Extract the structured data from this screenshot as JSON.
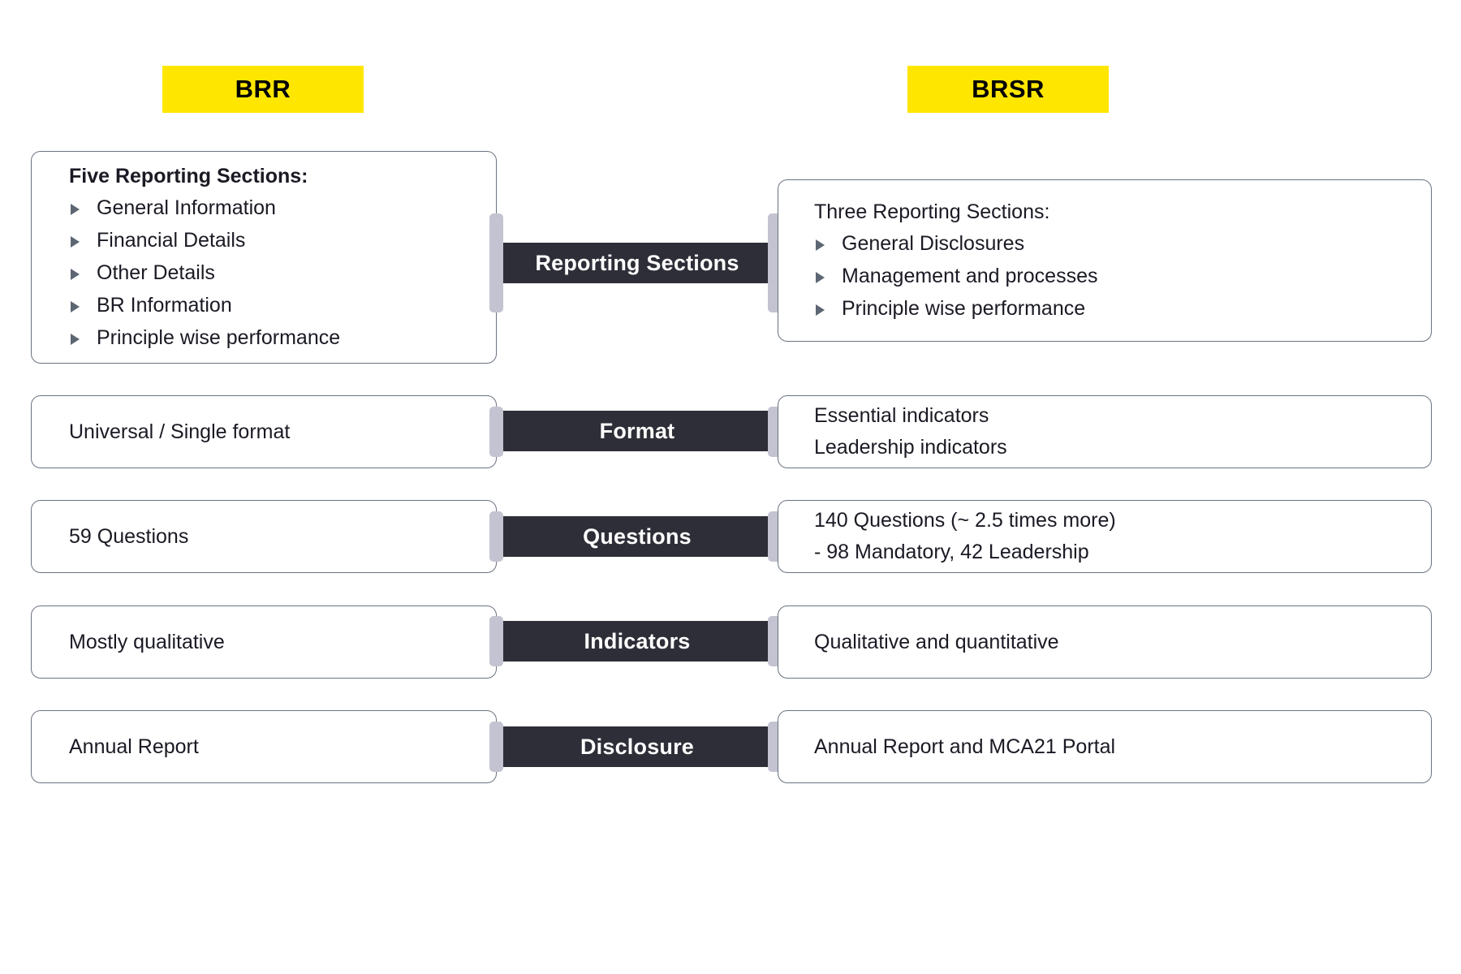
{
  "headers": {
    "left": "BRR",
    "right": "BRSR",
    "badge_color": "#FFE600",
    "badge_text_color": "#000000"
  },
  "theme": {
    "bar_color": "#2E2E38",
    "bar_text_color": "#FFFFFF",
    "connector_color": "#C3C3D1",
    "card_border_color": "#6A7380",
    "card_background": "#FFFFFF",
    "body_text_color": "#1A1A24",
    "bullet_color": "#5D6673",
    "page_background": "#FFFFFF"
  },
  "comparison_rows": [
    {
      "label": "Reporting Sections",
      "left": {
        "lead": "Five Reporting Sections:",
        "lead_bold": true,
        "bullets": [
          "General Information",
          "Financial Details",
          "Other Details",
          "BR Information",
          "Principle wise performance"
        ],
        "lines": []
      },
      "right": {
        "lead": "Three Reporting Sections:",
        "lead_bold": false,
        "bullets": [
          "General Disclosures",
          "Management and processes",
          "Principle wise performance"
        ],
        "lines": []
      }
    },
    {
      "label": "Format",
      "left": {
        "lead": "",
        "lead_bold": false,
        "bullets": [],
        "lines": [
          "Universal / Single format"
        ]
      },
      "right": {
        "lead": "",
        "lead_bold": false,
        "bullets": [],
        "lines": [
          "Essential indicators",
          "Leadership indicators"
        ]
      }
    },
    {
      "label": "Questions",
      "left": {
        "lead": "",
        "lead_bold": false,
        "bullets": [],
        "lines": [
          "59 Questions"
        ]
      },
      "right": {
        "lead": "",
        "lead_bold": false,
        "bullets": [],
        "lines": [
          "140 Questions (~ 2.5 times more)",
          "- 98 Mandatory, 42 Leadership"
        ]
      }
    },
    {
      "label": "Indicators",
      "left": {
        "lead": "",
        "lead_bold": false,
        "bullets": [],
        "lines": [
          "Mostly qualitative"
        ]
      },
      "right": {
        "lead": "",
        "lead_bold": false,
        "bullets": [],
        "lines": [
          "Qualitative and quantitative"
        ]
      }
    },
    {
      "label": "Disclosure",
      "left": {
        "lead": "",
        "lead_bold": false,
        "bullets": [],
        "lines": [
          "Annual Report"
        ]
      },
      "right": {
        "lead": "",
        "lead_bold": false,
        "bullets": [],
        "lines": [
          "Annual Report and MCA21 Portal"
        ]
      }
    }
  ]
}
